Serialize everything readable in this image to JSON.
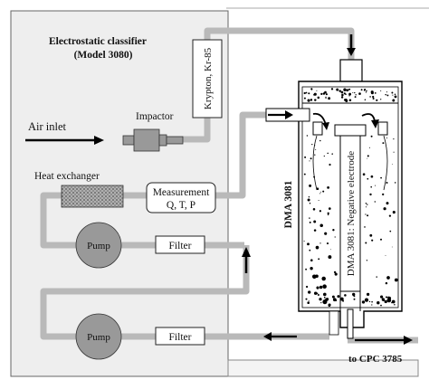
{
  "classifier": {
    "title_line1": "Electrostatic classifier",
    "title_line2": "(Model 3080)"
  },
  "labels": {
    "krypton": "Krypton, Kr-85",
    "air_inlet": "Air inlet",
    "impactor": "Impactor",
    "heat_exchanger": "Heat exchanger",
    "measurement_line1": "Measurement",
    "measurement_line2": "Q, T, P",
    "pump_top": "Pump",
    "pump_bottom": "Pump",
    "filter_top": "Filter",
    "filter_bottom": "Filter",
    "dma": "DMA 3081",
    "electrode": "DMA 3081: Negative electrode",
    "cpc": "to CPC 3785"
  },
  "colors": {
    "pipe": "#b9b9b9",
    "panel": "#eeeeee",
    "component": "#999999"
  }
}
